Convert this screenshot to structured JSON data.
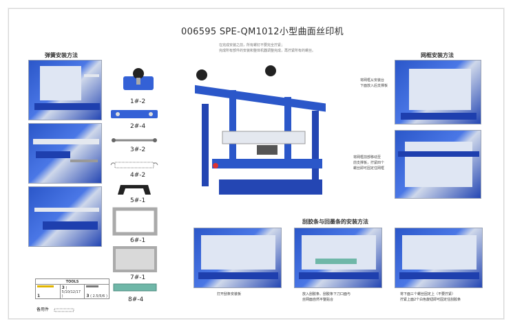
{
  "title": "006595  SPE-QM1012小型曲面丝印机",
  "intro": {
    "line1": "在完成安装之前，所有螺钉不要完全拧紧；",
    "line2": "完成所有部件的安装和整体机器调整完成，再拧紧所有的螺丝。"
  },
  "spring_section": {
    "heading": "弹簧安装方法"
  },
  "frame_section": {
    "heading": "网框安装方法"
  },
  "squeegee_section": {
    "heading": "刮胶条与回墨条的安装方法"
  },
  "parts": [
    {
      "label": "1#-2"
    },
    {
      "label": "2#-4"
    },
    {
      "label": "3#-2"
    },
    {
      "label": "4#-2"
    },
    {
      "label": "5#-1"
    },
    {
      "label": "6#-1"
    },
    {
      "label": "7#-1"
    },
    {
      "label": "8#-4"
    }
  ],
  "frame_notes": {
    "note1_line1": "将网框从安装台",
    "note1_line2": "下面放入后支撑板",
    "note2_line1": "将网框前部移动至",
    "note2_line2": "前支撑板，拧紧四个",
    "note2_line3": "螺丝即可固定住网框"
  },
  "squeegee_captions": {
    "cap1": "打开刮条安装板",
    "cap2_line1": "放入刮胶条、刮胶条下刀口面与",
    "cap2_line2": "丝网面自然平整贴合",
    "cap3_line1": "将下面三个螺丝固定上（不要拧紧）",
    "cap3_line2": "拧紧上面2个白色旋钮即可固定住刮胶条"
  },
  "tools": {
    "title": "TOOLS",
    "cells": [
      {
        "qty": "1",
        "spec": ""
      },
      {
        "qty": "3",
        "spec": "( 5/10/12/17 )"
      },
      {
        "qty": "3",
        "spec": "( 2.5/5/6 )"
      }
    ]
  },
  "spare": {
    "label": "备用件"
  },
  "colors": {
    "machine_blue": "#2b57c9",
    "frame_silver": "#e4e8ef"
  }
}
